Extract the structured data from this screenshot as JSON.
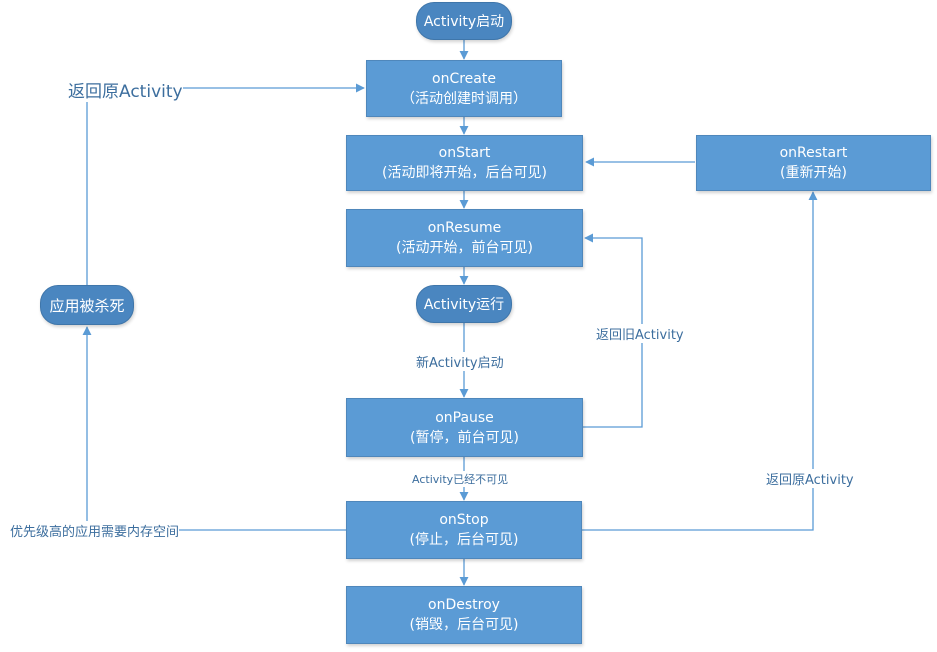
{
  "nodes": {
    "activity_start": "Activity启动",
    "on_create": {
      "name": "onCreate",
      "desc": "（活动创建时调用）"
    },
    "on_start": {
      "name": "onStart",
      "desc": "(活动即将开始，后台可见)"
    },
    "on_resume": {
      "name": "onResume",
      "desc": "(活动开始，前台可见)"
    },
    "activity_running": "Activity运行",
    "on_pause": {
      "name": "onPause",
      "desc": "(暂停，前台可见)"
    },
    "on_stop": {
      "name": "onStop",
      "desc": "(停止，后台可见)"
    },
    "on_destroy": {
      "name": "onDestroy",
      "desc": "(销毁，后台可见)"
    },
    "on_restart": {
      "name": "onRestart",
      "desc": "(重新开始)"
    },
    "app_killed": "应用被杀死"
  },
  "edge_labels": {
    "return_original_left": "返回原Activity",
    "new_activity_started": "新Activity启动",
    "return_old_activity": "返回旧Activity",
    "activity_invisible": "Activity已经不可见",
    "return_original_right": "返回原Activity",
    "higher_priority_app_needs_memory": "优先级高的应用需要内存空间"
  },
  "colors": {
    "box": "#5b9bd5",
    "pill": "#4a86c0",
    "line": "#5b9bd5",
    "label": "#3c6e9e"
  }
}
